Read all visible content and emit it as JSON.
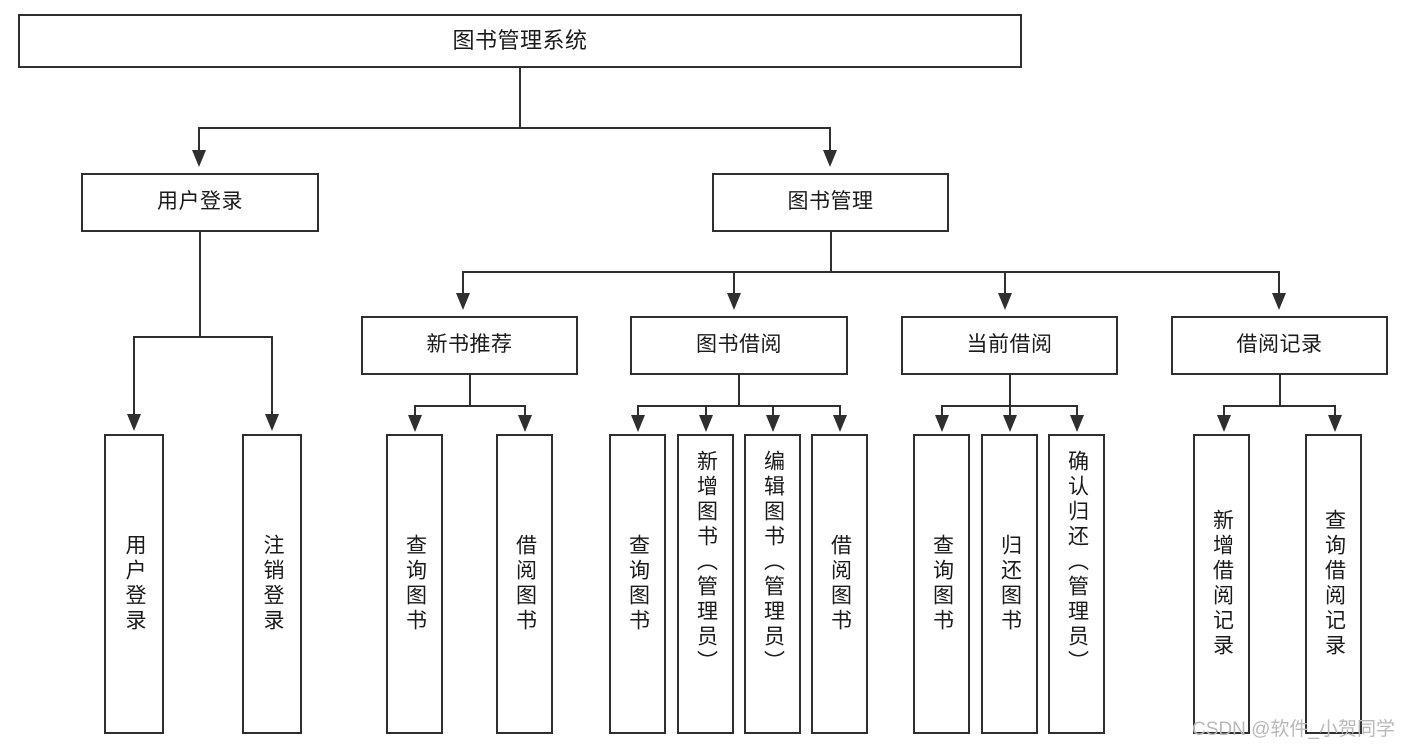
{
  "diagram": {
    "title": "图书管理系统",
    "type": "tree-hierarchy",
    "orientation": "top-down"
  },
  "nodes": {
    "root": {
      "label": "图书管理系统"
    },
    "level2": [
      {
        "id": "user-login",
        "label": "用户登录"
      },
      {
        "id": "book-manage",
        "label": "图书管理"
      }
    ],
    "level3": [
      {
        "id": "new-book-recommend",
        "label": "新书推荐"
      },
      {
        "id": "book-borrow",
        "label": "图书借阅"
      },
      {
        "id": "current-borrow",
        "label": "当前借阅"
      },
      {
        "id": "borrow-record",
        "label": "借阅记录"
      }
    ],
    "leaves": {
      "user_login": [
        {
          "id": "leaf-user-login",
          "label": "用户登录"
        },
        {
          "id": "leaf-user-logout",
          "label": "注销登录"
        }
      ],
      "new_book_recommend": [
        {
          "id": "leaf-query-book-1",
          "label": "查询图书"
        },
        {
          "id": "leaf-borrow-book-1",
          "label": "借阅图书"
        }
      ],
      "book_borrow": [
        {
          "id": "leaf-query-book-2",
          "label": "查询图书"
        },
        {
          "id": "leaf-add-book",
          "label": "新增图书（管理员）"
        },
        {
          "id": "leaf-edit-book",
          "label": "编辑图书（管理员）"
        },
        {
          "id": "leaf-borrow-book-2",
          "label": "借阅图书"
        }
      ],
      "current_borrow": [
        {
          "id": "leaf-query-book-3",
          "label": "查询图书"
        },
        {
          "id": "leaf-return-book",
          "label": "归还图书"
        },
        {
          "id": "leaf-confirm-return",
          "label": "确认归还（管理员）"
        }
      ],
      "borrow_record": [
        {
          "id": "leaf-add-record",
          "label": "新增借阅记录"
        },
        {
          "id": "leaf-query-record",
          "label": "查询借阅记录"
        }
      ]
    }
  },
  "watermark": {
    "text": "CSDN @软件_小贺同学"
  },
  "colors": {
    "stroke": "#2f2f2f",
    "fill": "#ffffff",
    "text": "#1a1a1a",
    "watermark": "#b9b9b9"
  }
}
